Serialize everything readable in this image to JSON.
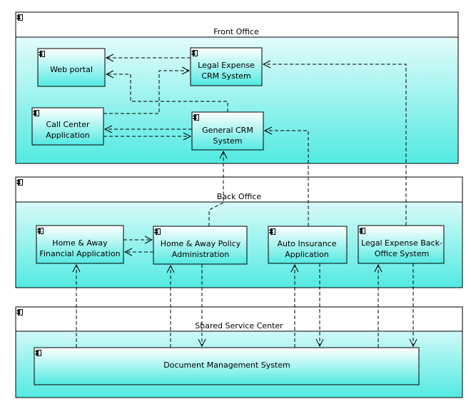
{
  "groups": {
    "front_office": "Front Office",
    "back_office": "Back Office",
    "shared_service_center": "Shared Service Center"
  },
  "components": {
    "web_portal": [
      "Web portal"
    ],
    "legal_expense_crm": [
      "Legal Expense",
      "CRM System"
    ],
    "call_center": [
      "Call Center",
      "Application"
    ],
    "general_crm": [
      "General CRM",
      "System"
    ],
    "home_away_financial": [
      "Home & Away",
      "Financial Application"
    ],
    "home_away_policy": [
      "Home & Away Policy",
      "Administration"
    ],
    "auto_insurance": [
      "Auto Insurance",
      "Application"
    ],
    "legal_expense_backoffice": [
      "Legal Expense Back-",
      "Office System"
    ],
    "document_management": [
      "Document Management System"
    ]
  },
  "colors": {
    "fill_top": "#ffffff",
    "fill_bottom": "#52eae2",
    "stroke": "#000000"
  },
  "icon": "component-icon"
}
